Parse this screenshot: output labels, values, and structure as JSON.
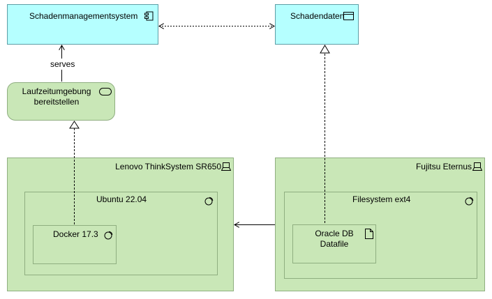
{
  "elements": {
    "schadenmanagementsystem": {
      "label": "Schadenmanagementsystem",
      "icon": "component-icon"
    },
    "schadendaten": {
      "label": "Schadendaten",
      "icon": "data-object-icon"
    },
    "laufzeitumgebung": {
      "label_line1": "Laufzeitumgebung",
      "label_line2": "bereitstellen",
      "icon": "technology-service-icon"
    },
    "lenovo": {
      "label": "Lenovo ThinkSystem SR650",
      "icon": "device-icon"
    },
    "ubuntu": {
      "label": "Ubuntu 22.04",
      "icon": "system-software-icon"
    },
    "docker": {
      "label": "Docker 17.3",
      "icon": "system-software-icon"
    },
    "fujitsu": {
      "label": "Fujitsu Eternus",
      "icon": "device-icon"
    },
    "filesystem": {
      "label": "Filesystem ext4",
      "icon": "system-software-icon"
    },
    "oracle": {
      "label_line1": "Oracle DB",
      "label_line2": "Datafile",
      "icon": "artifact-icon"
    }
  },
  "relations": {
    "serves_label": "serves"
  },
  "colors": {
    "application": "#b5ffff",
    "technology": "#c9e7b7",
    "line": "#000000"
  }
}
